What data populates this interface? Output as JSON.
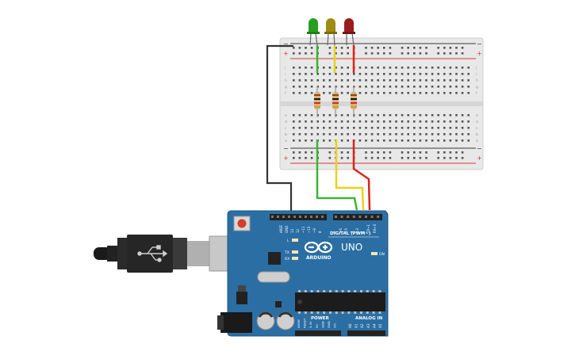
{
  "board": {
    "brand": "ARDUINO",
    "model": "UNO",
    "digital_label": "DIGITAL (PWM~)",
    "power_label": "POWER",
    "analog_label": "ANALOG IN",
    "on_label": "ON",
    "tx_label": "TX",
    "rx_label": "RX",
    "l_label": "L",
    "aref_label": "AREF",
    "gnd_label": "GND",
    "digital_pins": [
      "13",
      "12",
      "~11",
      "~10",
      "~9",
      "8",
      "7",
      "~6",
      "~5",
      "4",
      "~3",
      "2",
      "TX→1",
      "RX←0"
    ],
    "power_pins": [
      "IOREF",
      "RESET",
      "3.3V",
      "5V",
      "GND",
      "GND",
      "Vin"
    ],
    "analog_pins": [
      "A0",
      "A1",
      "A2",
      "A3",
      "A4",
      "A5"
    ]
  },
  "breadboard": {
    "plus_sign": "+",
    "minus_sign": "−",
    "row_letters_top": [
      "j",
      "i",
      "h",
      "g",
      "f"
    ],
    "row_letters_bottom": [
      "e",
      "d",
      "c",
      "b",
      "a"
    ]
  },
  "components": {
    "leds": [
      {
        "name": "green",
        "color": "#27a022"
      },
      {
        "name": "yellow",
        "color": "#a08a12"
      },
      {
        "name": "red",
        "color": "#9b1c1c"
      }
    ],
    "wire_colors": {
      "gnd": "#333333",
      "green": "#3cb534",
      "yellow": "#e8d21d",
      "red": "#d9241c"
    }
  }
}
